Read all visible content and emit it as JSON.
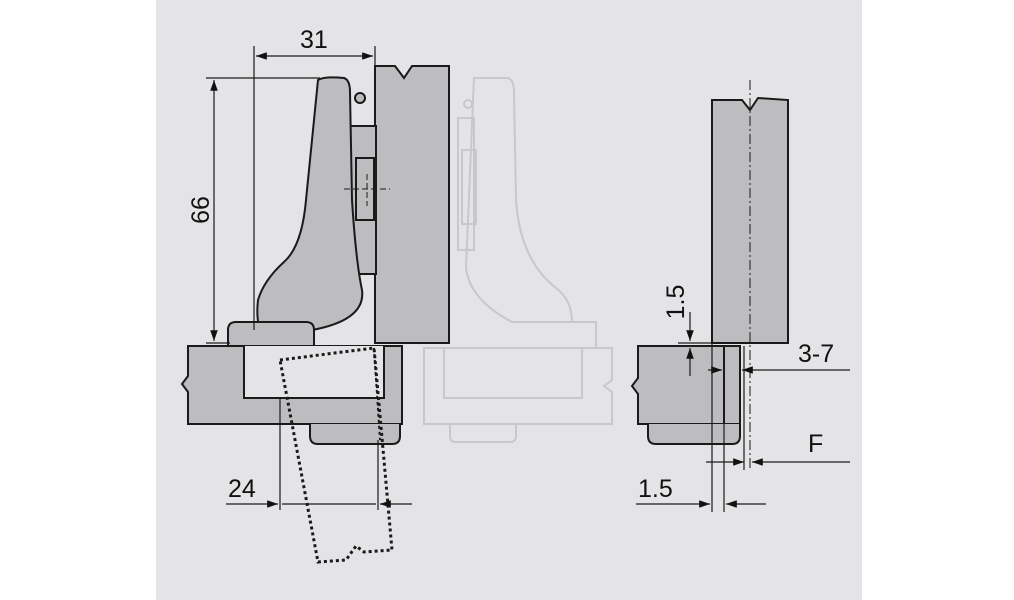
{
  "colors": {
    "background": "#e4e4e6",
    "panel_gray": "#bdbdbf",
    "outline": "#1a1a1a",
    "ghost_outline": "#c9c9cb"
  },
  "dimensions": {
    "hinge_width": "31",
    "hinge_height": "66",
    "overlay_offset": "24",
    "gap_top": "1.5",
    "range": "3-7",
    "gap_bottom": "1.5",
    "label_f": "F"
  }
}
